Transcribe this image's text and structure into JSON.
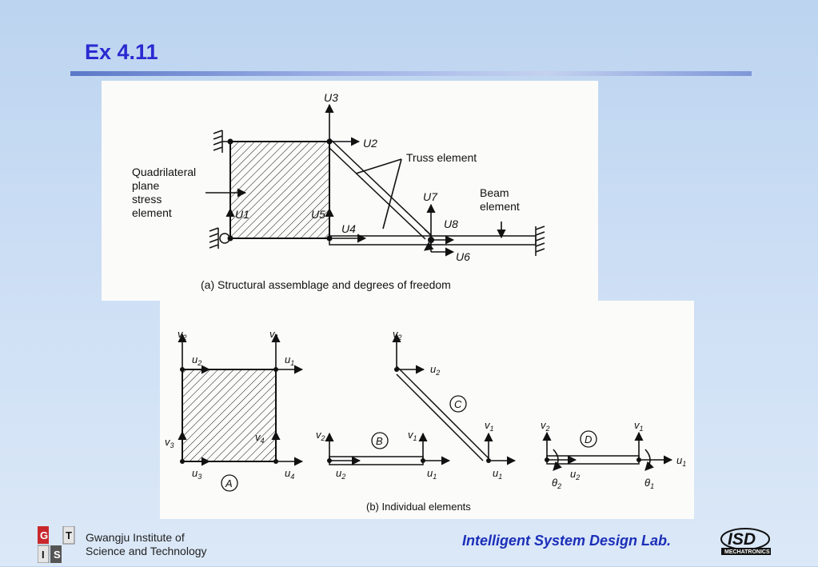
{
  "slide": {
    "title": "Ex 4.11"
  },
  "figure_a": {
    "labels": {
      "quad": [
        "Quadrilateral",
        "plane",
        "stress",
        "element"
      ],
      "truss": "Truss element",
      "beam": [
        "Beam",
        "element"
      ]
    },
    "dof": {
      "U1": "U1",
      "U2": "U2",
      "U3": "U3",
      "U4": "U4",
      "U5": "U5",
      "U6": "U6",
      "U7": "U7",
      "U8": "U8"
    },
    "caption": "(a)  Structural assemblage and degrees of freedom"
  },
  "figure_b": {
    "elements": {
      "A": "A",
      "B": "B",
      "C": "C",
      "D": "D"
    },
    "dof_sub": {
      "1": "1",
      "2": "2",
      "3": "3",
      "4": "4"
    },
    "caption": "(b)  Individual elements"
  },
  "footer": {
    "institute_line1": "Gwangju Institute of",
    "institute_line2": "Science and Technology",
    "logo_letters": [
      "G",
      "I",
      "S",
      "T"
    ],
    "lab": "Intelligent System Design Lab.",
    "isd_logo": "ISD",
    "isd_sub": "MECHATRONICS"
  },
  "colors": {
    "title": "#2a2ad0",
    "lab": "#1b2fb8",
    "logo_red": "#c8282d",
    "logo_gray": "#555555"
  }
}
